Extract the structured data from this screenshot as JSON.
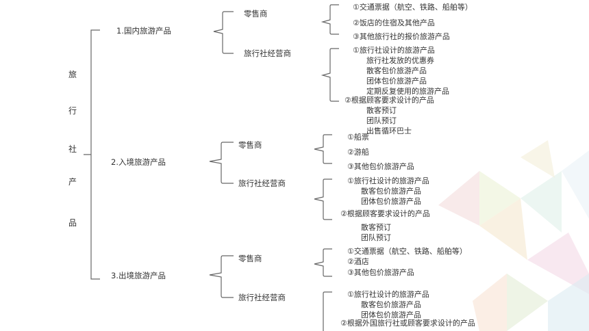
{
  "root": {
    "chars": [
      "旅",
      "行",
      "社",
      "产",
      "品"
    ]
  },
  "level1": {
    "domestic": "1.国内旅游产品",
    "inbound": "2.入境旅游产品",
    "outbound": "3.出境旅游产品"
  },
  "domestic": {
    "retailer": "零售商",
    "operator": "旅行社经营商",
    "retailer_items": [
      "①交通票据（航空、铁路、船舶等）",
      "②饭店的住宿及其他产品",
      "③其他旅行社的报价旅游产品"
    ],
    "operator_items": [
      "①旅行社设计的旅游产品",
      "旅行社发放的优惠券",
      "散客包价旅游产品",
      "团体包价旅游产品",
      "定期反复使用的旅游产品",
      "②根据顾客要求设计的产品",
      "散客预订",
      "团队预订",
      "出售循环巴士"
    ]
  },
  "inbound": {
    "retailer": "零售商",
    "operator": "旅行社经营商",
    "retailer_items": [
      "①船票",
      "②游船",
      "③其他包价旅游产品"
    ],
    "operator_items": [
      "①旅行社设计的旅游产品",
      "散客包价旅游产品",
      "团体包价旅游产品",
      "②根据顾客要求设计的产品",
      "散客预订",
      "团队预订"
    ]
  },
  "outbound": {
    "retailer": "零售商",
    "operator": "旅行社经营商",
    "retailer_items": [
      "①交通票据（航空、铁路、船舶等）",
      "②酒店",
      "③其他包价旅游产品"
    ],
    "operator_items": [
      "①旅行社设计的旅游产品",
      "散客包价旅游产品",
      "团体包价旅游产品",
      "②根据外国旅行社或顾客要求设计的产品"
    ]
  }
}
